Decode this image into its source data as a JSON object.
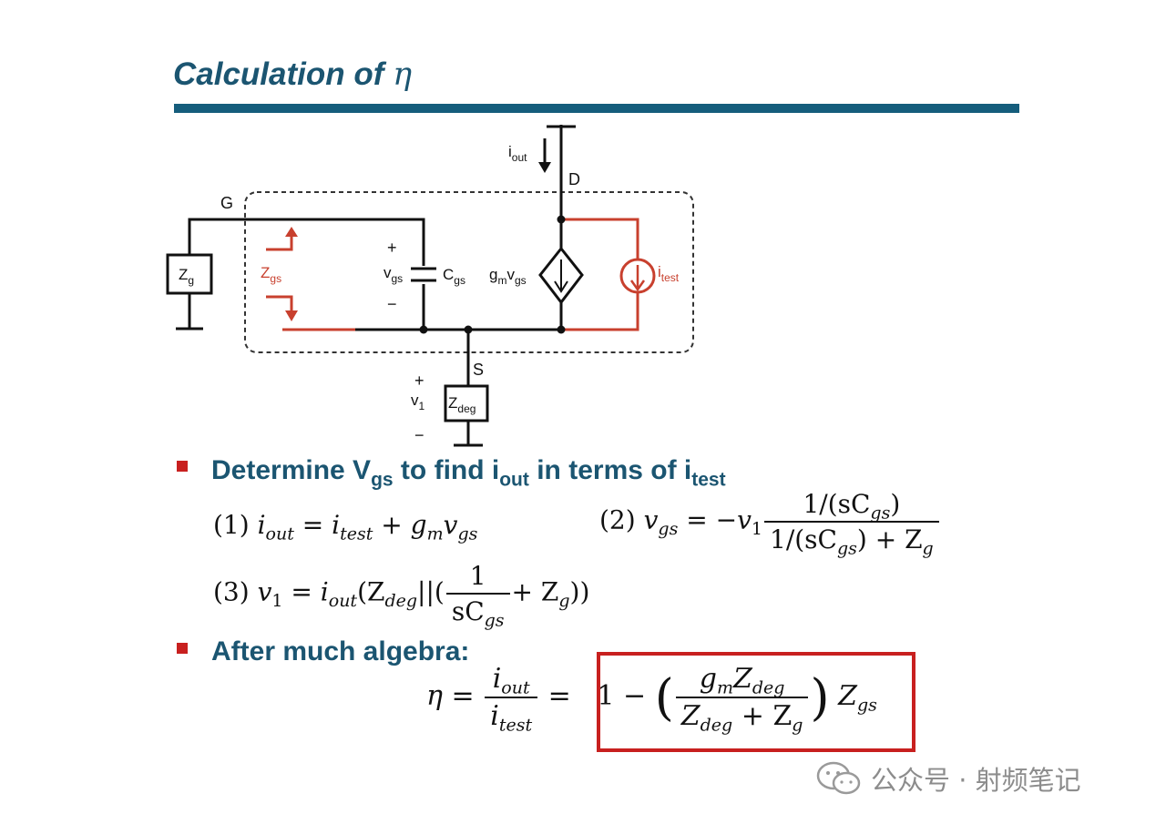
{
  "title": {
    "text": "Calculation of ",
    "symbol": "η"
  },
  "circuit": {
    "node_g": "G",
    "node_d": "D",
    "node_s": "S",
    "zg_label": "Z",
    "zg_sub": "g",
    "zgs_label": "Z",
    "zgs_sub": "gs",
    "plus": "+",
    "minus": "−",
    "vgs_label": "v",
    "vgs_sub": "gs",
    "cgs_label": "C",
    "cgs_sub": "gs",
    "gm_label": "g",
    "gm_sub": "m",
    "gm_v": "v",
    "gm_v_sub": "gs",
    "itest_label": "i",
    "itest_sub": "test",
    "iout_label": "i",
    "iout_sub": "out",
    "v1_label": "v",
    "v1_sub": "1",
    "zdeg_label": "Z",
    "zdeg_sub": "deg",
    "colors": {
      "wire": "#111111",
      "test": "#c8402e",
      "border": "#333333"
    }
  },
  "bullets": {
    "b1": {
      "p1": "Determine V",
      "s1": "gs",
      "p2": " to find i",
      "s2": "out",
      "p3": " in terms of i",
      "s3": "test"
    },
    "b2": {
      "text": "After much algebra:"
    }
  },
  "equations": {
    "eq1": {
      "num": "(1)",
      "lhs": "i",
      "lhs_sub": "out",
      "eq": "=",
      "t1": "i",
      "t1_sub": "test",
      "plus": "+",
      "t2": "g",
      "t2_sub": "m",
      "t3": "v",
      "t3_sub": "gs"
    },
    "eq2": {
      "num": "(2)",
      "lhs": "v",
      "lhs_sub": "gs",
      "eq": "=",
      "neg": "−",
      "v": "v",
      "v_sub": "1",
      "frac_num": "1/(sC",
      "frac_num_sub": "gs",
      "frac_num_end": ")",
      "frac_den": "1/(sC",
      "frac_den_sub": "gs",
      "frac_den_end": ") + Z",
      "frac_den_sub2": "g"
    },
    "eq3": {
      "num": "(3)",
      "lhs": "v",
      "lhs_sub": "1",
      "eq": "=",
      "i": "i",
      "i_sub": "out",
      "open": "(Z",
      "z_sub": "deg",
      "par": "||(",
      "frac_num": "1",
      "frac_den": "sC",
      "frac_den_sub": "gs",
      "plus": "+ Z",
      "plus_sub": "g",
      "close": "))"
    },
    "eq4": {
      "eta": "η",
      "eq": "=",
      "num": "i",
      "num_sub": "out",
      "den": "i",
      "den_sub": "test",
      "eq2": "=",
      "one": "1 −",
      "inner_num": "g",
      "inner_num_sub": "m",
      "inner_num2": "Z",
      "inner_num_sub2": "deg",
      "inner_den": "Z",
      "inner_den_sub": "deg",
      "inner_den2": "+ Z",
      "inner_den_sub2": "g",
      "tail": "Z",
      "tail_sub": "gs"
    }
  },
  "watermark": {
    "text": "公众号 · 射频笔记",
    "icon": "wechat-icon"
  }
}
